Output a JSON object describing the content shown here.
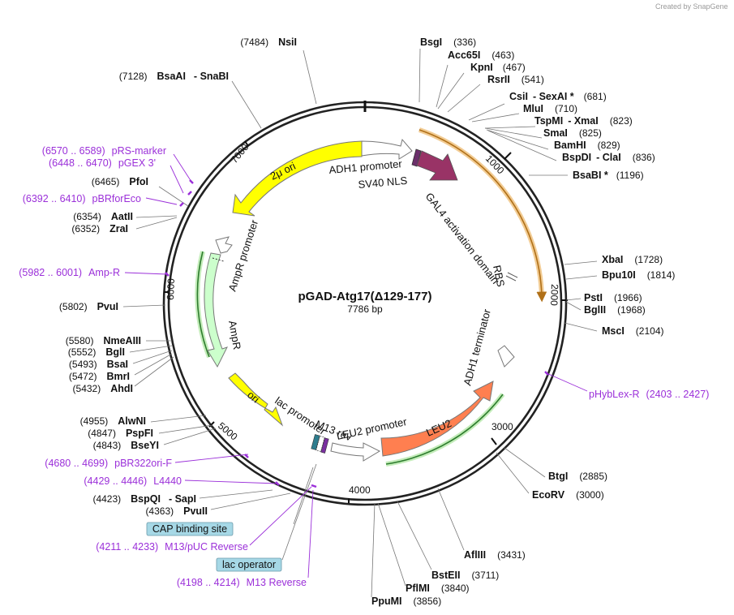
{
  "credit": "Created by SnapGene",
  "plasmid": {
    "name": "pGAD-Atg17(Δ129-177)",
    "length_label": "7786 bp"
  },
  "ticks": [
    "1000",
    "2000",
    "3000",
    "4000",
    "5000",
    "6000",
    "7000"
  ],
  "enzymes": [
    {
      "name": "BsgI",
      "pos": "(336)"
    },
    {
      "name": "Acc65I",
      "pos": "(463)"
    },
    {
      "name": "KpnI",
      "pos": "(467)"
    },
    {
      "name": "RsrII",
      "pos": "(541)"
    },
    {
      "name": "CsiI",
      "extra": "SexAI *",
      "pos": "(681)"
    },
    {
      "name": "MluI",
      "pos": "(710)"
    },
    {
      "name": "TspMI",
      "extra": "XmaI",
      "pos": "(823)"
    },
    {
      "name": "SmaI",
      "pos": "(825)"
    },
    {
      "name": "BamHI",
      "pos": "(829)"
    },
    {
      "name": "BspDI",
      "extra": "ClaI",
      "pos": "(836)"
    },
    {
      "name": "BsaBI *",
      "pos": "(1196)"
    },
    {
      "name": "XbaI",
      "pos": "(1728)"
    },
    {
      "name": "Bpu10I",
      "pos": "(1814)"
    },
    {
      "name": "PstI",
      "pos": "(1966)"
    },
    {
      "name": "BglII",
      "pos": "(1968)"
    },
    {
      "name": "MscI",
      "pos": "(2104)"
    },
    {
      "name": "BtgI",
      "pos": "(2885)"
    },
    {
      "name": "EcoRV",
      "pos": "(3000)"
    },
    {
      "name": "AflIII",
      "pos": "(3431)"
    },
    {
      "name": "BstEII",
      "pos": "(3711)"
    },
    {
      "name": "PflMI",
      "pos": "(3840)"
    },
    {
      "name": "PpuMI",
      "pos": "(3856)"
    },
    {
      "name": "NsiI",
      "pos": "(7484)"
    },
    {
      "name": "BsaAI",
      "extra": "SnaBI",
      "pos": "(7128)"
    },
    {
      "name": "PfoI",
      "pos": "(6465)"
    },
    {
      "name": "AatII",
      "pos": "(6354)"
    },
    {
      "name": "ZraI",
      "pos": "(6352)"
    },
    {
      "name": "PvuI",
      "pos": "(5802)"
    },
    {
      "name": "NmeAIII",
      "pos": "(5580)"
    },
    {
      "name": "BglI",
      "pos": "(5552)"
    },
    {
      "name": "BsaI",
      "pos": "(5493)"
    },
    {
      "name": "BmrI",
      "pos": "(5472)"
    },
    {
      "name": "AhdI",
      "pos": "(5432)"
    },
    {
      "name": "AlwNI",
      "pos": "(4955)"
    },
    {
      "name": "PspFI",
      "pos": "(4847)"
    },
    {
      "name": "BseYI",
      "pos": "(4843)"
    },
    {
      "name": "BspQI",
      "extra": "SapI",
      "pos": "(4423)"
    },
    {
      "name": "PvuII",
      "pos": "(4363)"
    }
  ],
  "primers": [
    {
      "range": "(6570 .. 6589)",
      "name": "pRS-marker"
    },
    {
      "range": "(6448 .. 6470)",
      "name": "pGEX 3'"
    },
    {
      "range": "(6392 .. 6410)",
      "name": "pBRforEco"
    },
    {
      "range": "(5982 .. 6001)",
      "name": "Amp-R"
    },
    {
      "range": "(2403 .. 2427)",
      "name": "pHybLex-R"
    },
    {
      "range": "(4680 .. 4699)",
      "name": "pBR322ori-F"
    },
    {
      "range": "(4429 .. 4446)",
      "name": "L4440"
    },
    {
      "range": "(4211 .. 4233)",
      "name": "M13/pUC Reverse"
    },
    {
      "range": "(4198 .. 4214)",
      "name": "M13 Reverse"
    }
  ],
  "boxed_features": [
    "CAP binding site",
    "lac operator"
  ],
  "features": {
    "two_micron_ori": "2μ ori",
    "adh1_promoter": "ADH1 promoter",
    "sv40_nls": "SV40 NLS",
    "gal4_ad": "GAL4 activation domain",
    "rbs": "RBS",
    "adh1_terminator": "ADH1 terminator",
    "leu2": "LEU2",
    "leu2_promoter": "LEU2 promoter",
    "m13_rev": "M13 rev",
    "lac_promoter": "lac promoter",
    "ori": "ori",
    "ampr": "AmpR",
    "ampr_promoter": "AmpR promoter"
  },
  "colors": {
    "two_micron_ori": "#ffff00",
    "gal4_ad": "#993366",
    "leu2": "#ff7f50",
    "ori": "#ffff00",
    "ampr": "#ccffcc",
    "primer": "#9b30d9",
    "box_fill": "#a6d8e6",
    "orf_orange": "#e8a33c",
    "orf_green": "#2e8b2e"
  }
}
